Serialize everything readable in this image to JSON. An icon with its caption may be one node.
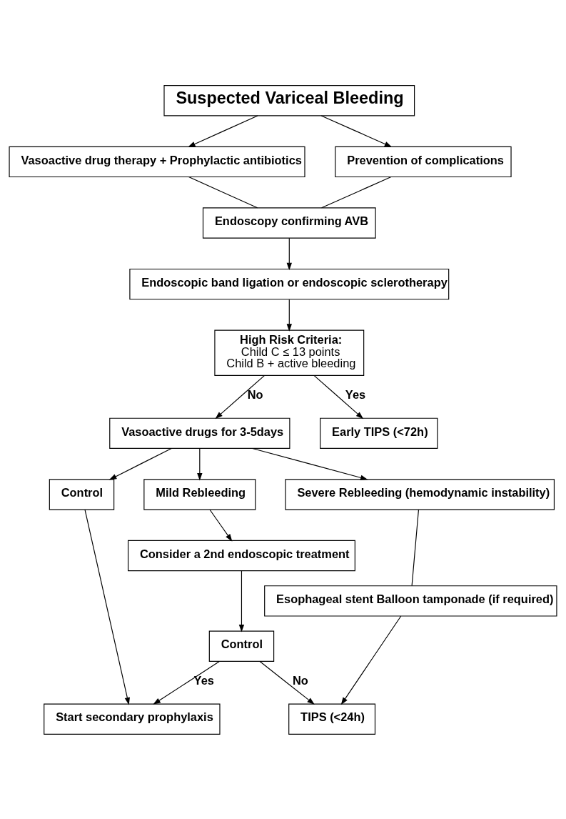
{
  "diagram": {
    "nodes": [
      {
        "text": [
          "Suspected Variceal Bleeding"
        ]
      },
      {
        "text": [
          "Vasoactive drug therapy + Prophylactic antibiotics"
        ]
      },
      {
        "text": [
          "Prevention of complications"
        ]
      },
      {
        "text": [
          "Endoscopy confirming AVB"
        ]
      },
      {
        "text": [
          "Endoscopic band ligation or endoscopic sclerotherapy"
        ]
      },
      {
        "text": [
          "High Risk Criteria:",
          "Child C ≤ 13 points",
          "Child B + active bleeding"
        ]
      },
      {
        "text": [
          "Vasoactive drugs for 3-5days"
        ]
      },
      {
        "text": [
          "Early TIPS (<72h)"
        ]
      },
      {
        "text": [
          "Control"
        ]
      },
      {
        "text": [
          "Mild Rebleeding"
        ]
      },
      {
        "text": [
          "Severe Rebleeding (hemodynamic instability)"
        ]
      },
      {
        "text": [
          "Consider a 2nd endoscopic treatment"
        ]
      },
      {
        "text": [
          "Esophageal stent Balloon tamponade (if required)"
        ]
      },
      {
        "text": [
          "Control"
        ]
      },
      {
        "text": [
          "Start secondary prophylaxis"
        ]
      },
      {
        "text": [
          "TIPS (<24h)"
        ]
      }
    ],
    "edges": [
      {
        "from": 0,
        "to": 1,
        "arrow": "to"
      },
      {
        "from": 0,
        "to": 2,
        "arrow": "to"
      },
      {
        "from": 1,
        "to": 3,
        "arrow": "none"
      },
      {
        "from": 2,
        "to": 3,
        "arrow": "none"
      },
      {
        "from": 3,
        "to": 4,
        "arrow": "to"
      },
      {
        "from": 4,
        "to": 5,
        "arrow": "to"
      },
      {
        "from": 5,
        "to": 6,
        "label": "No",
        "arrow": "to"
      },
      {
        "from": 5,
        "to": 7,
        "label": "Yes",
        "arrow": "to"
      },
      {
        "from": 6,
        "to": 8,
        "arrow": "to"
      },
      {
        "from": 6,
        "to": 9,
        "arrow": "to"
      },
      {
        "from": 6,
        "to": 10,
        "arrow": "to"
      },
      {
        "from": 8,
        "to": 14,
        "arrow": "to"
      },
      {
        "from": 9,
        "to": 11,
        "arrow": "to"
      },
      {
        "from": 10,
        "to": 12,
        "arrow": "none"
      },
      {
        "from": 11,
        "to": 13,
        "arrow": "to"
      },
      {
        "from": 13,
        "to": 14,
        "label": "Yes",
        "arrow": "to"
      },
      {
        "from": 13,
        "to": 15,
        "label": "No",
        "arrow": "to"
      },
      {
        "from": 12,
        "to": 15,
        "arrow": "to"
      }
    ]
  }
}
